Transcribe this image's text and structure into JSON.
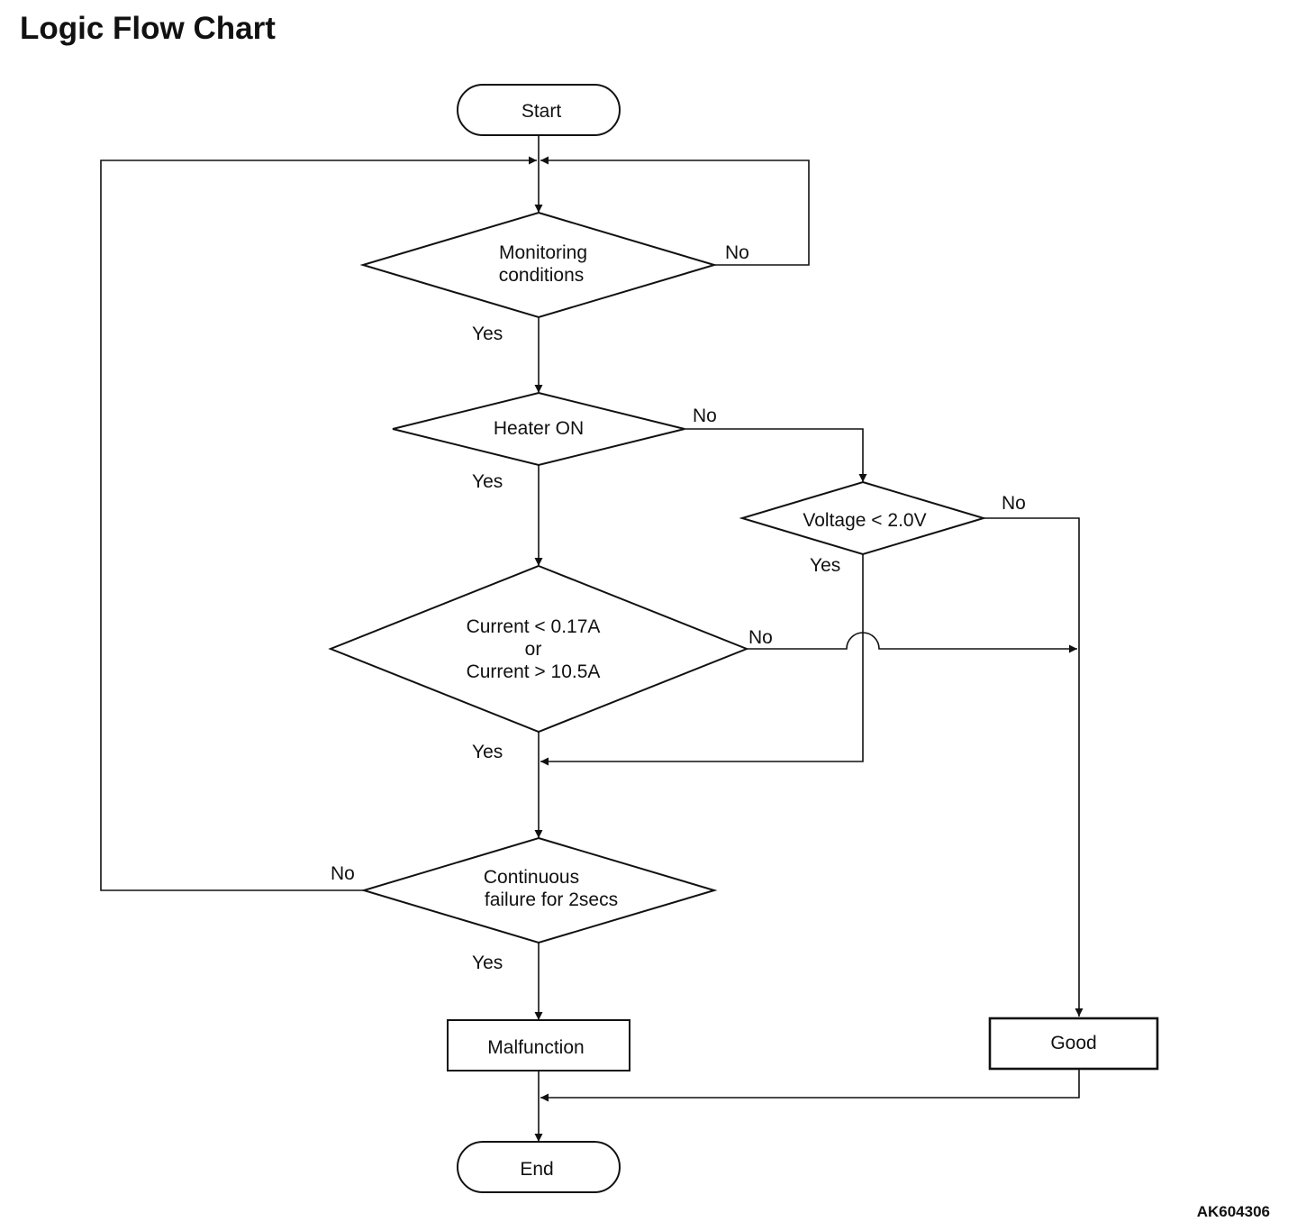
{
  "title": "Logic Flow Chart",
  "figure_code": "AK604306",
  "nodes": {
    "start": "Start",
    "monitoring": [
      "Monitoring",
      "conditions"
    ],
    "heater": "Heater ON",
    "voltage": "Voltage < 2.0V",
    "current": [
      "Current < 0.17A",
      "or",
      "Current > 10.5A"
    ],
    "continuous": [
      "Continuous",
      "failure for 2secs"
    ],
    "malfunction": "Malfunction",
    "good": "Good",
    "end": "End"
  },
  "branch_labels": {
    "monitoring_no": "No",
    "monitoring_yes": "Yes",
    "heater_no": "No",
    "heater_yes": "Yes",
    "voltage_no": "No",
    "voltage_yes": "Yes",
    "current_no": "No",
    "current_yes": "Yes",
    "continuous_no": "No",
    "continuous_yes": "Yes"
  }
}
